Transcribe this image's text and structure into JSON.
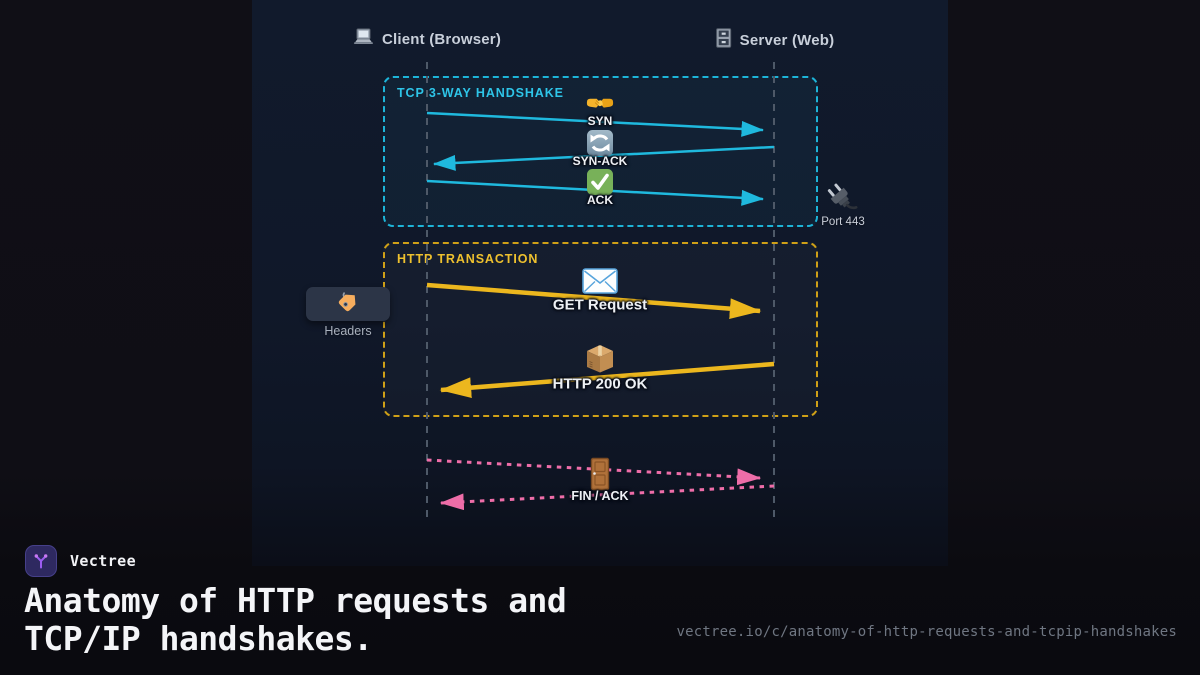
{
  "page": {
    "brand": "Vectree",
    "title": "Anatomy of HTTP requests and TCP/IP handshakes.",
    "url": "vectree.io/c/anatomy-of-http-requests-and-tcpip-handshakes"
  },
  "diagram": {
    "client": {
      "label": "Client (Browser)",
      "icon": "laptop-icon"
    },
    "server": {
      "label": "Server (Web)",
      "icon": "server-rack-icon"
    },
    "tcp_group": {
      "label": "TCP 3-WAY HANDSHAKE",
      "accent": "#2ec5e8"
    },
    "http_group": {
      "label": "HTTP TRANSACTION",
      "accent": "#eec12e"
    },
    "messages": {
      "syn": "SYN",
      "synack": "SYN-ACK",
      "ack": "ACK",
      "get": "GET Request",
      "ok": "HTTP 200 OK",
      "fin": "FIN / ACK"
    },
    "notes": {
      "port": "Port 443",
      "headers": "Headers"
    },
    "colors": {
      "tcp_arrow": "#1fb9de",
      "http_arrow": "#ecb71e",
      "close_arrow": "#ee6da8",
      "lifeline": "#4e5968"
    }
  }
}
